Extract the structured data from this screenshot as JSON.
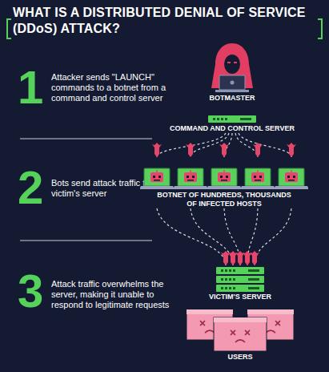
{
  "diagram": {
    "title": "WHAT IS A DISTRIBUTED DENIAL OF SERVICE (DDoS) ATTACK?",
    "nodes": [
      {
        "text": [
          "BOTMASTER"
        ]
      },
      {
        "text": [
          "COMMAND AND CONTROL SERVER"
        ]
      },
      {
        "text": [
          "BOTNET OF HUNDREDS, THOUSANDS OF INFECTED HOSTS"
        ]
      },
      {
        "text": [
          "VICTIM'S SERVER"
        ]
      },
      {
        "text": [
          "USERS"
        ]
      }
    ],
    "edges": [
      {
        "from": 1,
        "to": 2,
        "arrow": "to"
      },
      {
        "from": 2,
        "to": 3,
        "arrow": "to"
      }
    ],
    "labels": [
      "1",
      "Attacker sends \"LAUNCH\" commands to a botnet from a command and control server",
      "2",
      "Bots send attack traffic to victim's server",
      "3",
      "Attack traffic overwhelms the server, making it unable to respond to legitimate requests"
    ]
  }
}
